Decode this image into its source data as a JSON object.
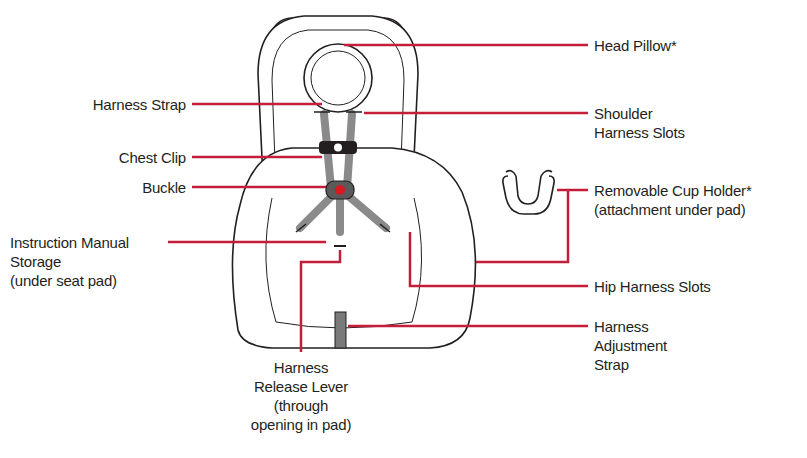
{
  "diagram": {
    "labels": [
      "Head Pillow*",
      "Harness Strap",
      "Shoulder Harness Slots",
      "Chest Clip",
      "Buckle",
      "Removable Cup Holder*",
      "(attachment under pad)",
      "Instruction Manual Storage",
      "(under seat pad)",
      "Hip Harness Slots",
      "Harness Adjustment Strap",
      "Harness Release Lever",
      "(through opening in pad)"
    ]
  }
}
